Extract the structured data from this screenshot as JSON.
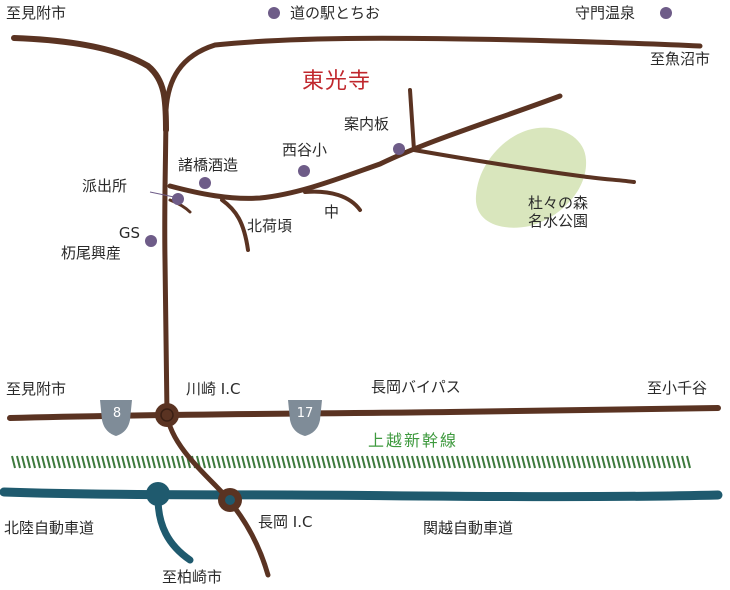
{
  "map": {
    "temple": "東光寺",
    "places": {
      "michi_no_eki": "道の駅とちお",
      "shumon_onsen": "守門温泉",
      "annaiban": "案内板",
      "nishiyashou": "西谷小",
      "morohashi": "諸橋酒造",
      "hashutsujo": "派出所",
      "gs": "GS",
      "tochio_kousan": "杤尾興産",
      "kitanikatai": "北荷頃",
      "naka": "中",
      "forest_line1": "杜々の森",
      "forest_line2": "名水公園"
    },
    "directions": {
      "mitsuke_top": "至見附市",
      "uonuma": "至魚沼市",
      "mitsuke_mid": "至見附市",
      "ojiya": "至小千谷",
      "kashiwazaki": "至柏崎市"
    },
    "roads": {
      "bypass": "長岡バイパス",
      "kawasaki_ic": "川崎 I.C",
      "nagaoka_ic": "長岡 I.C",
      "hokuriku_expressway": "北陸自動車道",
      "kanetsu_expressway": "関越自動車道",
      "joetsu_shinkansen": "上越新幹線"
    },
    "route_shields": {
      "r8": "8",
      "r17": "17"
    },
    "colors": {
      "road": "#5a3322",
      "expressway": "#1f5a6e",
      "rail": "#3d7a3d",
      "forest": "#d9e6bd",
      "poi": "#6e5c88",
      "shield": "#7f8c98",
      "temple_text": "#c0272d"
    }
  }
}
